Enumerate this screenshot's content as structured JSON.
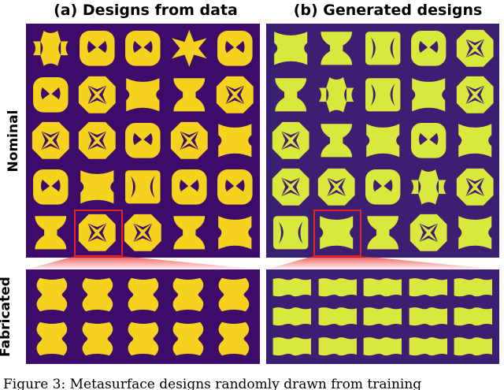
{
  "figure": {
    "panel_a_title": "(a) Designs from data",
    "panel_b_title": "(b) Generated designs",
    "row_label_nominal": "Nominal",
    "row_label_fabricated": "Fabricated",
    "caption": "Figure 3: Metasurface designs randomly drawn from training"
  },
  "colors": {
    "bg_a": "#3d0c6a",
    "bg_b": "#3b1f72",
    "shape_a": "#f5d21e",
    "shape_b": "#d9e83c",
    "highlight": "#e8231f"
  },
  "panels": {
    "a_nominal": {
      "shapes": [
        "plus",
        "roundsquare-x",
        "roundsquare-x",
        "star",
        "roundsquare-x",
        "roundsquare-x",
        "octagon-x",
        "notched",
        "hourglass",
        "octagon-x",
        "octagon-x",
        "octagon-x",
        "roundsquare-x",
        "octagon-x",
        "notched",
        "roundsquare-x",
        "notched",
        "bowtie",
        "roundsquare-x",
        "roundsquare-x",
        "hourglass",
        "octagon-x",
        "octagon-x",
        "hourglass",
        "notched"
      ]
    },
    "b_nominal": {
      "shapes": [
        "notched",
        "hourglass",
        "bowtie",
        "roundsquare-x",
        "octagon-x",
        "hourglass",
        "plus",
        "bowtie",
        "notched",
        "octagon-x",
        "octagon-x",
        "hourglass",
        "notched",
        "roundsquare-x",
        "notched",
        "octagon-x",
        "octagon-x",
        "roundsquare-x",
        "plus",
        "octagon-x",
        "bowtie",
        "notched",
        "hourglass",
        "octagon-x",
        "notched"
      ]
    },
    "a_fabricated": {
      "shapes": [
        "blob",
        "blob",
        "blob",
        "blob",
        "blob",
        "blob",
        "blob",
        "blob",
        "blob",
        "blob"
      ]
    },
    "b_fabricated": {
      "shapes": [
        "wavy",
        "wavy",
        "wavy",
        "wavy",
        "wavy",
        "wavy",
        "wavy",
        "wavy",
        "wavy",
        "wavy",
        "wavy",
        "wavy",
        "wavy",
        "wavy",
        "wavy"
      ]
    }
  }
}
